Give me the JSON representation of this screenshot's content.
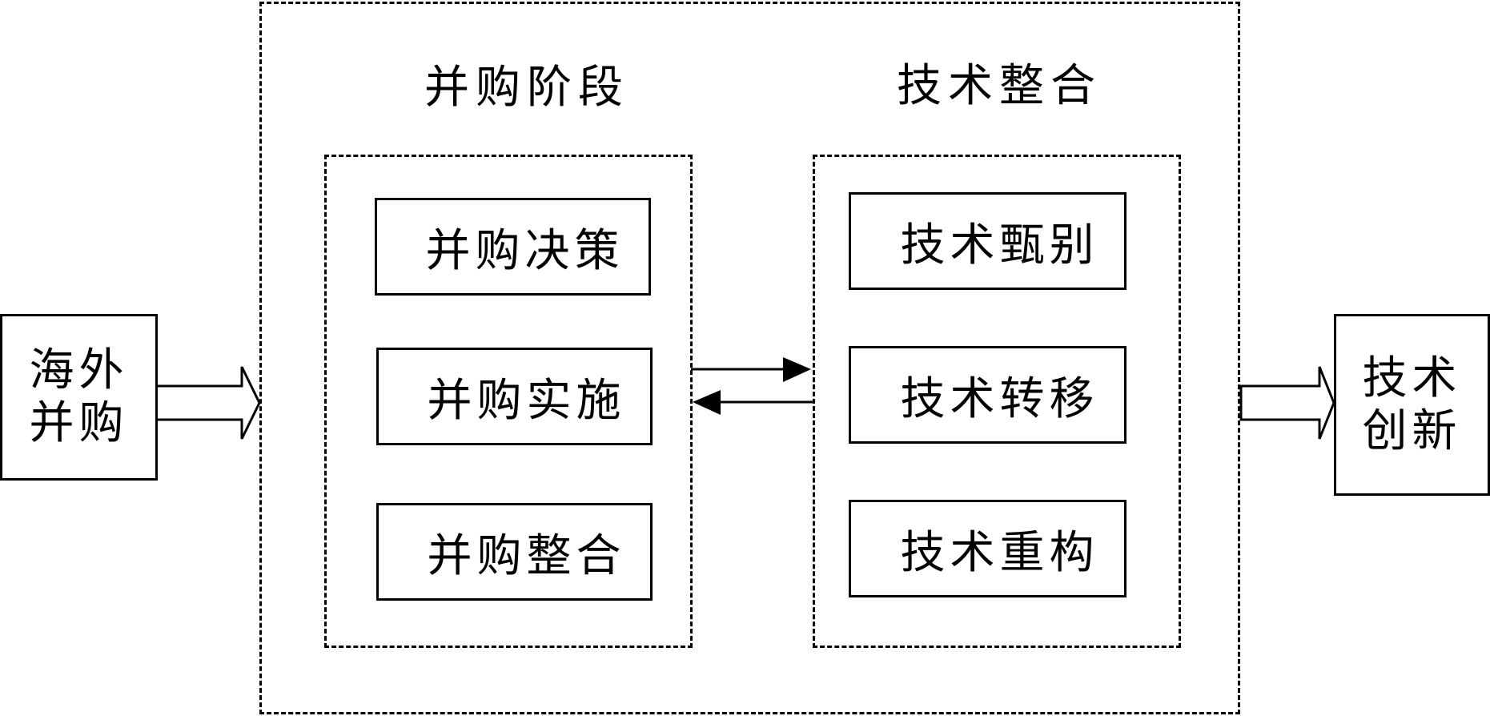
{
  "input": {
    "text": "海外并购"
  },
  "output": {
    "text": "技术创新"
  },
  "stages": [
    {
      "title": "并购阶段",
      "items": [
        "并购决策",
        "并购实施",
        "并购整合"
      ]
    },
    {
      "title": "技术整合",
      "items": [
        "技术甄别",
        "技术转移",
        "技术重构"
      ]
    }
  ],
  "colors": {
    "stroke": "#000000",
    "background": "#ffffff"
  }
}
